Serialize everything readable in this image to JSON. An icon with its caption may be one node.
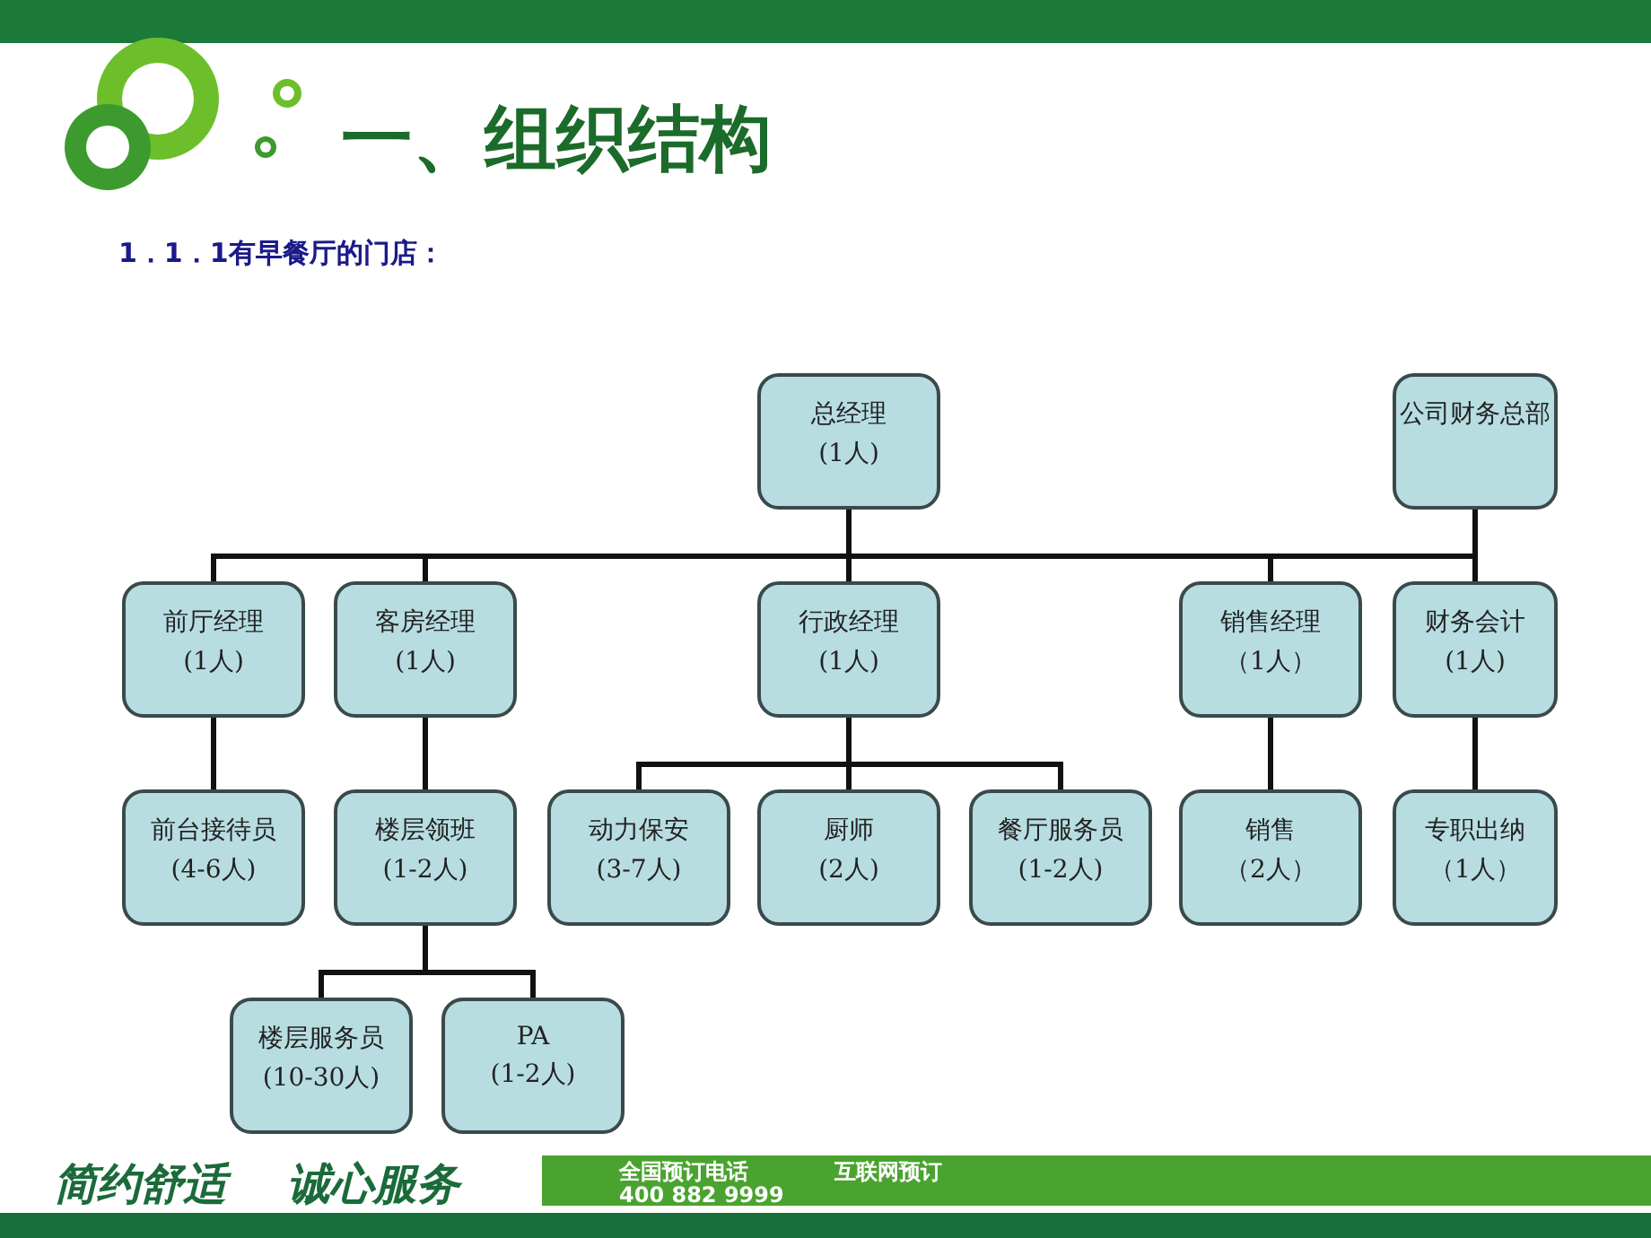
{
  "diagram": {
    "title": "一、组织结构",
    "nodes": [
      {
        "text": [
          "总经理",
          "(1人)"
        ]
      },
      {
        "text": [
          "公司财务总部"
        ]
      },
      {
        "text": [
          "前厅经理",
          "(1人)"
        ]
      },
      {
        "text": [
          "客房经理",
          "(1人)"
        ]
      },
      {
        "text": [
          "行政经理",
          "(1人)"
        ]
      },
      {
        "text": [
          "销售经理",
          "（1人）"
        ]
      },
      {
        "text": [
          "财务会计",
          "(1人)"
        ]
      },
      {
        "text": [
          "前台接待员",
          "(4-6人)"
        ]
      },
      {
        "text": [
          "楼层领班",
          "(1-2人)"
        ]
      },
      {
        "text": [
          "动力保安",
          "(3-7人)"
        ]
      },
      {
        "text": [
          "厨师",
          "(2人)"
        ]
      },
      {
        "text": [
          "餐厅服务员",
          "(1-2人)"
        ]
      },
      {
        "text": [
          "销售",
          "（2人）"
        ]
      },
      {
        "text": [
          "专职出纳",
          "（1人）"
        ]
      },
      {
        "text": [
          "楼层服务员",
          "(10-30人)"
        ]
      },
      {
        "text": [
          "PA",
          "(1-2人)"
        ]
      }
    ],
    "edges": [
      {
        "from": 0,
        "to": 2,
        "arrow": "none"
      },
      {
        "from": 0,
        "to": 3,
        "arrow": "none"
      },
      {
        "from": 0,
        "to": 4,
        "arrow": "none"
      },
      {
        "from": 0,
        "to": 5,
        "arrow": "none"
      },
      {
        "from": 0,
        "to": 6,
        "arrow": "none"
      },
      {
        "from": 1,
        "to": 6,
        "arrow": "none"
      },
      {
        "from": 2,
        "to": 7,
        "arrow": "none"
      },
      {
        "from": 3,
        "to": 8,
        "arrow": "none"
      },
      {
        "from": 4,
        "to": 9,
        "arrow": "none"
      },
      {
        "from": 4,
        "to": 10,
        "arrow": "none"
      },
      {
        "from": 4,
        "to": 11,
        "arrow": "none"
      },
      {
        "from": 5,
        "to": 12,
        "arrow": "none"
      },
      {
        "from": 6,
        "to": 13,
        "arrow": "none"
      },
      {
        "from": 8,
        "to": 14,
        "arrow": "none"
      },
      {
        "from": 8,
        "to": 15,
        "arrow": "none"
      }
    ],
    "labels": [
      "1．1．1有早餐厅的门店：",
      "简约舒适",
      "诚心服务",
      "全国预订电话",
      "400 882 9999",
      "互联网预订"
    ]
  }
}
